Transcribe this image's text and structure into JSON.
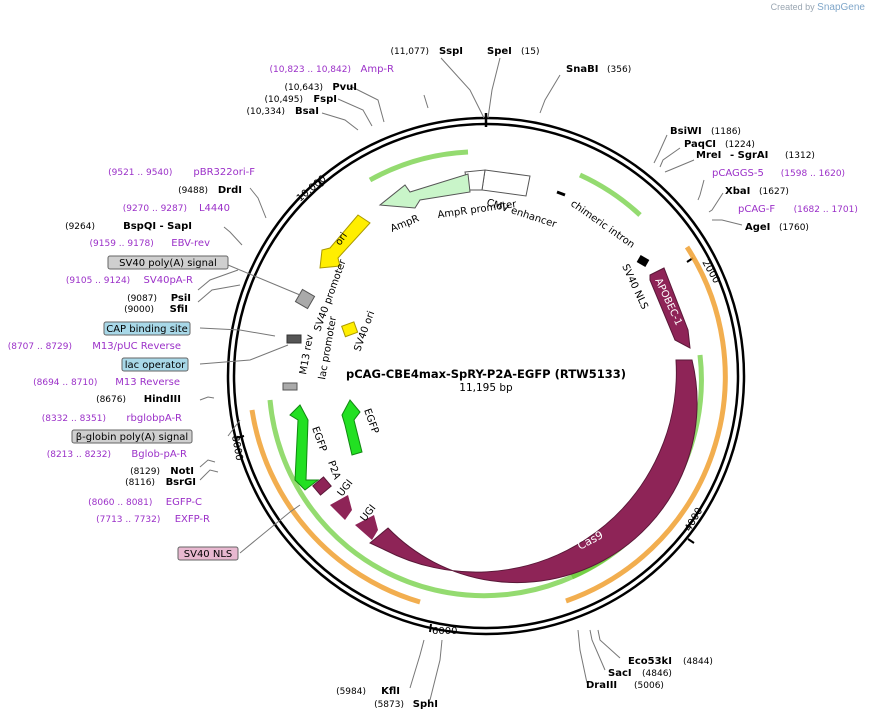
{
  "brand": {
    "created_by": "Created by",
    "name": "SnapGene"
  },
  "plasmid": {
    "name": "pCAG-CBE4max-SpRY-P2A-EGFP (RTW5133)",
    "size": "11,195 bp"
  },
  "colors": {
    "enzyme": "#000000",
    "primer": "#9b30c8",
    "feature_purple": "#8e2457",
    "promoter_white": "#ffffff",
    "ampr_green": "#c9f5c9",
    "egfp_green": "#22e022",
    "ori_yellow": "#ffee00",
    "orange_band": "#f0a030",
    "green_band": "#66cc33",
    "label_box_gray": "#cfcfcf",
    "label_box_blue": "#a8d8e8",
    "label_box_pink": "#e8b8d0"
  },
  "ticks": [
    "2000",
    "4000",
    "6000",
    "8000",
    "10,000"
  ],
  "cut_sites": [
    {
      "name": "SspI",
      "pos": "(11,077)"
    },
    {
      "name": "SpeI",
      "pos": "(15)"
    },
    {
      "name": "SnaBI",
      "pos": "(356)"
    },
    {
      "name": "BsiWI",
      "pos": "(1186)"
    },
    {
      "name": "PaqCI",
      "pos": "(1224)"
    },
    {
      "name": "MreI",
      "extra": "- SgrAI",
      "pos": "(1312)"
    },
    {
      "name": "XbaI",
      "pos": "(1627)"
    },
    {
      "name": "AgeI",
      "pos": "(1760)"
    },
    {
      "name": "Eco53kI",
      "pos": "(4844)"
    },
    {
      "name": "SacI",
      "pos": "(4846)"
    },
    {
      "name": "DraIII",
      "pos": "(5006)"
    },
    {
      "name": "SphI",
      "pos": "(5873)"
    },
    {
      "name": "KflI",
      "pos": "(5984)"
    },
    {
      "name": "BsrGI",
      "pos": "(8116)"
    },
    {
      "name": "NotI",
      "pos": "(8129)"
    },
    {
      "name": "HindIII",
      "pos": "(8676)"
    },
    {
      "name": "SfiI",
      "pos": "(9000)"
    },
    {
      "name": "PsiI",
      "pos": "(9087)"
    },
    {
      "name": "BspQI",
      "extra": "- SapI",
      "pos": "(9264)"
    },
    {
      "name": "DrdI",
      "pos": "(9488)"
    },
    {
      "name": "BsaI",
      "pos": "(10,334)"
    },
    {
      "name": "FspI",
      "pos": "(10,495)"
    },
    {
      "name": "PvuI",
      "pos": "(10,643)"
    }
  ],
  "primers": [
    {
      "name": "Amp-R",
      "range": "(10,823 .. 10,842)"
    },
    {
      "name": "pCAGGS-5",
      "range": "(1598 .. 1620)"
    },
    {
      "name": "pCAG-F",
      "range": "(1682 .. 1701)"
    },
    {
      "name": "pBR322ori-F",
      "range": "(9521 .. 9540)"
    },
    {
      "name": "L4440",
      "range": "(9270 .. 9287)"
    },
    {
      "name": "EBV-rev",
      "range": "(9159 .. 9178)"
    },
    {
      "name": "SV40pA-R",
      "range": "(9105 .. 9124)"
    },
    {
      "name": "M13/pUC Reverse",
      "range": "(8707 .. 8729)"
    },
    {
      "name": "M13 Reverse",
      "range": "(8694 .. 8710)"
    },
    {
      "name": "rbglobpA-R",
      "range": "(8332 .. 8351)"
    },
    {
      "name": "Bglob-pA-R",
      "range": "(8213 .. 8232)"
    },
    {
      "name": "EGFP-C",
      "range": "(8060 .. 8081)"
    },
    {
      "name": "EXFP-R",
      "range": "(7713 .. 7732)"
    }
  ],
  "boxed_features": [
    {
      "name": "SV40 poly(A) signal",
      "style": "gray"
    },
    {
      "name": "CAP binding site",
      "style": "blue"
    },
    {
      "name": "lac operator",
      "style": "blue"
    },
    {
      "name": "β-globin poly(A) signal",
      "style": "gray"
    },
    {
      "name": "SV40 NLS",
      "style": "pink"
    }
  ],
  "features": [
    {
      "name": "CMV enhancer"
    },
    {
      "name": "chimeric intron"
    },
    {
      "name": "AmpR promoter"
    },
    {
      "name": "AmpR"
    },
    {
      "name": "ori"
    },
    {
      "name": "SV40 promoter"
    },
    {
      "name": "SV40 ori"
    },
    {
      "name": "M13 rev"
    },
    {
      "name": "lac promoter"
    },
    {
      "name": "SV40 NLS"
    },
    {
      "name": "APOBEC-1"
    },
    {
      "name": "Cas9"
    },
    {
      "name": "EGFP"
    },
    {
      "name": "EGFP"
    },
    {
      "name": "P2A"
    },
    {
      "name": "UGI"
    },
    {
      "name": "UGI"
    }
  ]
}
